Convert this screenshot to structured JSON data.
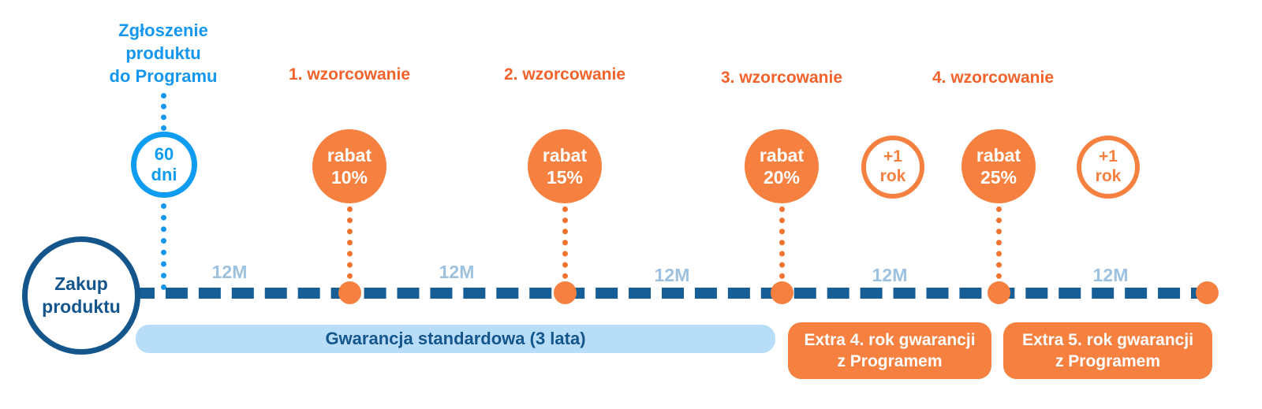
{
  "headers": [
    {
      "id": "submission",
      "lines": [
        "Zgłoszenie",
        "produktu",
        "do Programu"
      ],
      "color": "#1597F0"
    },
    {
      "id": "cal1",
      "label": "1. wzorcowanie",
      "color": "#F4622C"
    },
    {
      "id": "cal2",
      "label": "2. wzorcowanie",
      "color": "#F4622C"
    },
    {
      "id": "cal3",
      "label": "3. wzorcowanie",
      "color": "#F4622C"
    },
    {
      "id": "cal4",
      "label": "4. wzorcowanie",
      "color": "#F4622C"
    }
  ],
  "header_lines": {
    "submission_l1": "Zgłoszenie",
    "submission_l2": "produktu",
    "submission_l3": "do Programu",
    "cal1": "1. wzorcowanie",
    "cal2": "2. wzorcowanie",
    "cal3": "3. wzorcowanie",
    "cal4": "4. wzorcowanie"
  },
  "nodes": {
    "purchase": {
      "line1": "Zakup",
      "line2": "produktu",
      "style": "outline-darkblue"
    },
    "days60": {
      "line1": "60",
      "line2": "dni",
      "style": "outline-blue"
    },
    "rabat10": {
      "line1": "rabat",
      "line2": "10%",
      "style": "filled-orange"
    },
    "rabat15": {
      "line1": "rabat",
      "line2": "15%",
      "style": "filled-orange"
    },
    "rabat20": {
      "line1": "rabat",
      "line2": "20%",
      "style": "filled-orange"
    },
    "rabat25": {
      "line1": "rabat",
      "line2": "25%",
      "style": "filled-orange"
    },
    "year1a": {
      "line1": "+1",
      "line2": "rok",
      "style": "outline-orange"
    },
    "year1b": {
      "line1": "+1",
      "line2": "rok",
      "style": "outline-orange"
    }
  },
  "axis": {
    "gap_labels": [
      "12M",
      "12M",
      "12M",
      "12M",
      "12M"
    ],
    "gap1": "12M",
    "gap2": "12M",
    "gap3": "12M",
    "gap4": "12M",
    "gap5": "12M",
    "dash_color": "#175E96",
    "dot_color": "#F5803F"
  },
  "bars": {
    "standard": {
      "label": "Gwarancja standardowa (3 lata)",
      "bg": "#B8DDF8",
      "fg": "#14568C"
    },
    "extra4_l1": "Extra 4. rok gwarancji",
    "extra4_l2": "z Programem",
    "extra5_l1": "Extra 5. rok gwarancji",
    "extra5_l2": "z Programem"
  },
  "colors": {
    "orange": "#F5803F",
    "orange_text": "#F4622C",
    "bright_blue": "#109CF1",
    "dark_blue": "#14568C",
    "light_blue_bar": "#B8DDF8",
    "gap_label": "#9DC2E0"
  }
}
